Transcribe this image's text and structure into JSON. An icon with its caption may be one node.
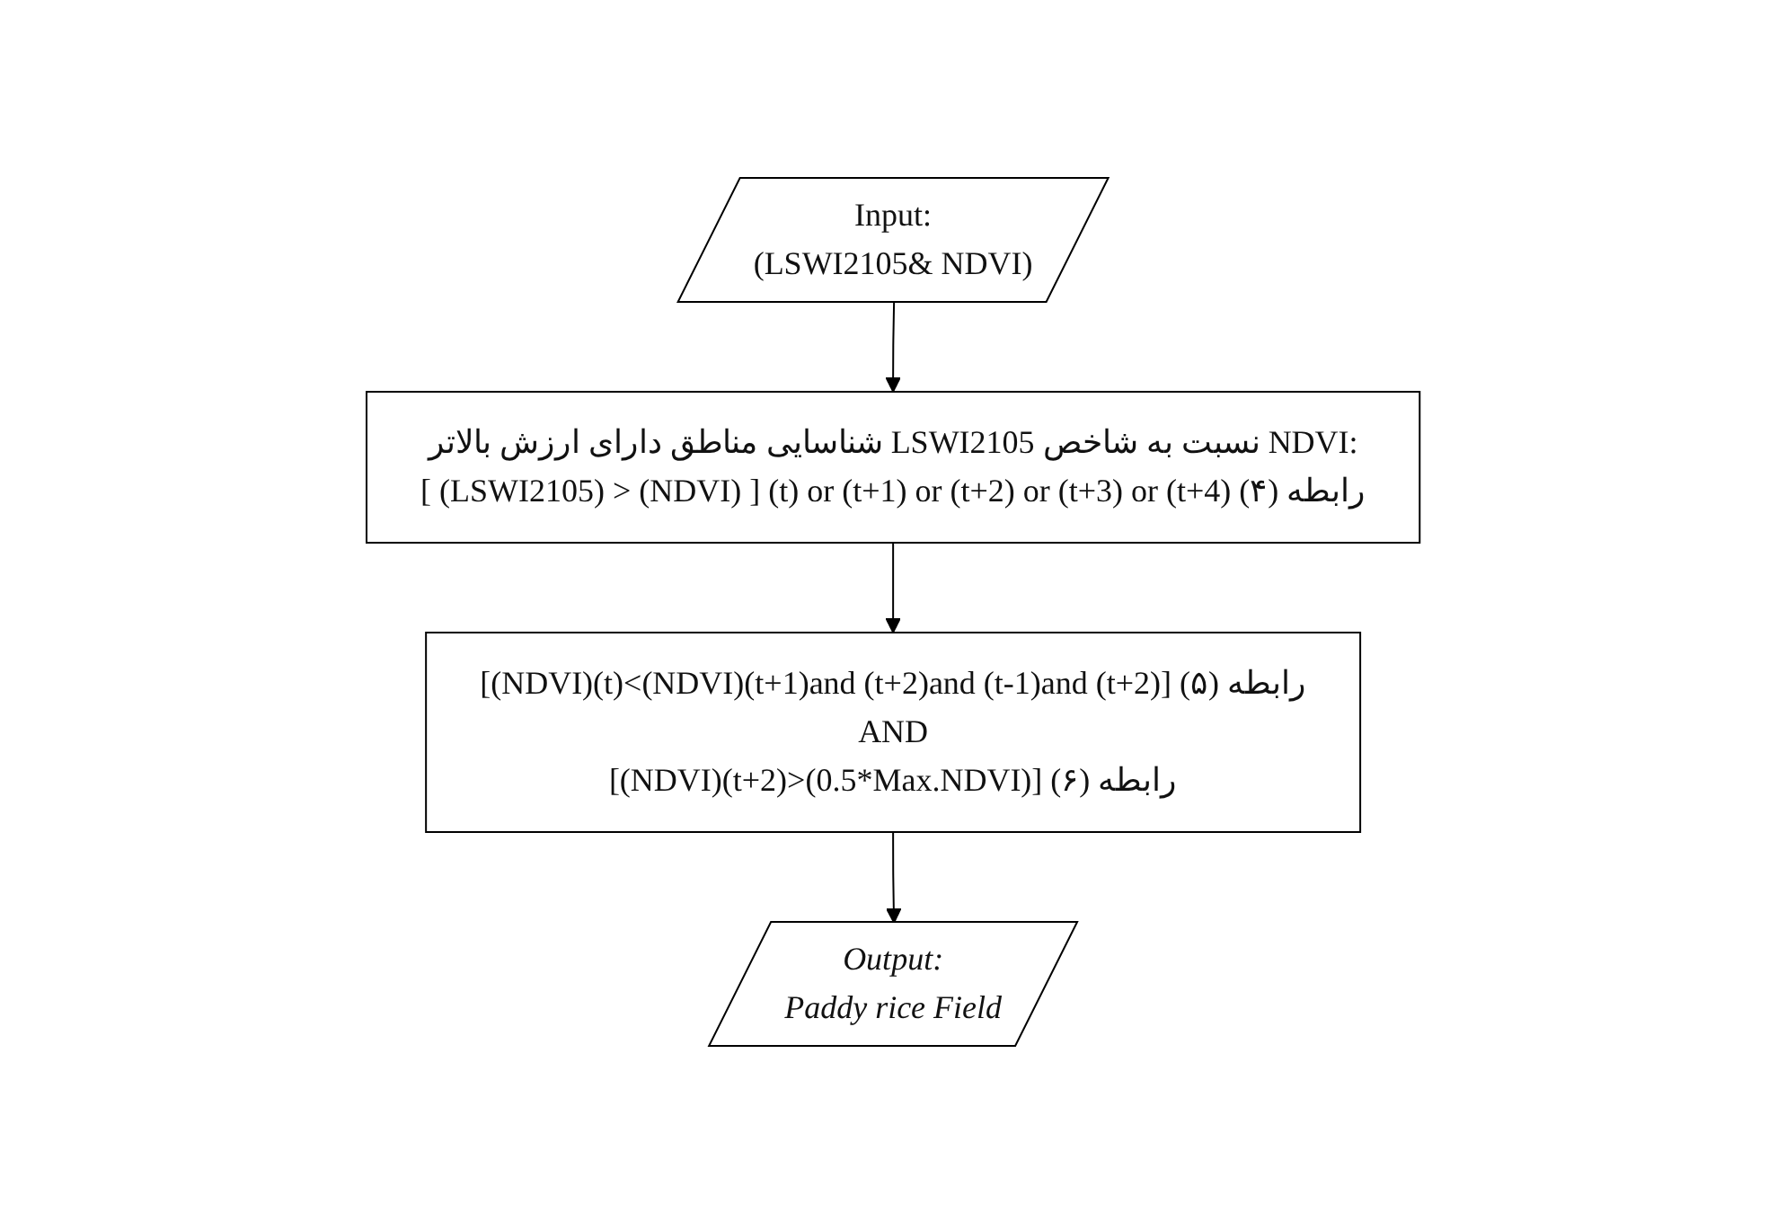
{
  "diagram": {
    "nodes": [
      {
        "text": [
          "Input:",
          "(LSWI2105& NDVI)"
        ]
      },
      {
        "text": [
          "شناسایی مناطق دارای ارزش بالاتر LSWI2105 نسبت به شاخص NDVI:",
          "[ (LSWI2105) > (NDVI) ] (t) or (t+1) or (t+2) or (t+3) or (t+4)      رابطه (۴)"
        ]
      },
      {
        "text": [
          "[(NDVI)(t)<(NDVI)(t+1)and (t+2)and (t-1)and (t+2)]      رابطه (۵)",
          "AND",
          "[(NDVI)(t+2)>(0.5*Max.NDVI)]      رابطه (۶)"
        ]
      },
      {
        "text": [
          "Output:",
          "Paddy rice Field"
        ]
      }
    ],
    "edges": [
      {
        "from": 0,
        "to": 1,
        "arrow": "to"
      },
      {
        "from": 1,
        "to": 2,
        "arrow": "to"
      },
      {
        "from": 2,
        "to": 3,
        "arrow": "to"
      }
    ]
  }
}
